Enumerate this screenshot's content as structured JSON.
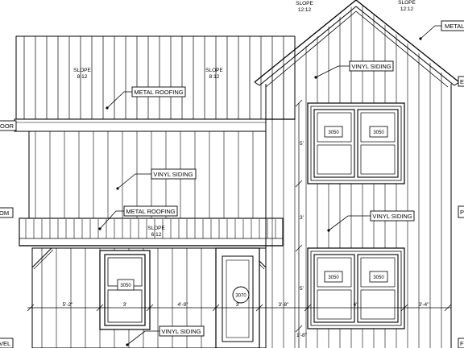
{
  "drawing": {
    "slopes": {
      "upper_roof": {
        "name": "SLOPE",
        "value": "8:12"
      },
      "porch_roof": {
        "name": "SLOPE",
        "value": "6:12"
      },
      "gable_left": {
        "name": "SLOPE",
        "value": "12:12"
      },
      "gable_right": {
        "name": "SLOPE",
        "value": "12:12"
      }
    },
    "callouts": {
      "metal_roofing_upper": "METAL ROOFING",
      "metal_roofing_porch": "METAL ROOFING",
      "metal_roofing_gable": "METAL",
      "vinyl_siding_gable": "VINYL SIDING",
      "vinyl_siding_mid": "VINYL SIDING",
      "vinyl_siding_right": "VINYL SIDING",
      "vinyl_siding_bottom": "VINYL SIDING"
    },
    "window_tags": {
      "upper_left": "3050",
      "upper_right": "3050",
      "lower_left": "3050",
      "lower_right": "3050",
      "ground_window": "3050",
      "door": "3070"
    },
    "level_markers": {
      "left_1": "OOR",
      "left_2": "OM",
      "left_3": "VEL",
      "right_1": "E",
      "right_2": "P",
      "right_3": "F"
    },
    "dimensions": {
      "d1": "5'-2\"",
      "d2": "3'",
      "d3": "4'-9\"",
      "d4": "3'",
      "d5": "3'-8\"",
      "d6": "6'",
      "d7": "3'-4\"",
      "v1": "5'",
      "v2": "3'",
      "v3": "5'",
      "v4": "1'-8\""
    }
  }
}
